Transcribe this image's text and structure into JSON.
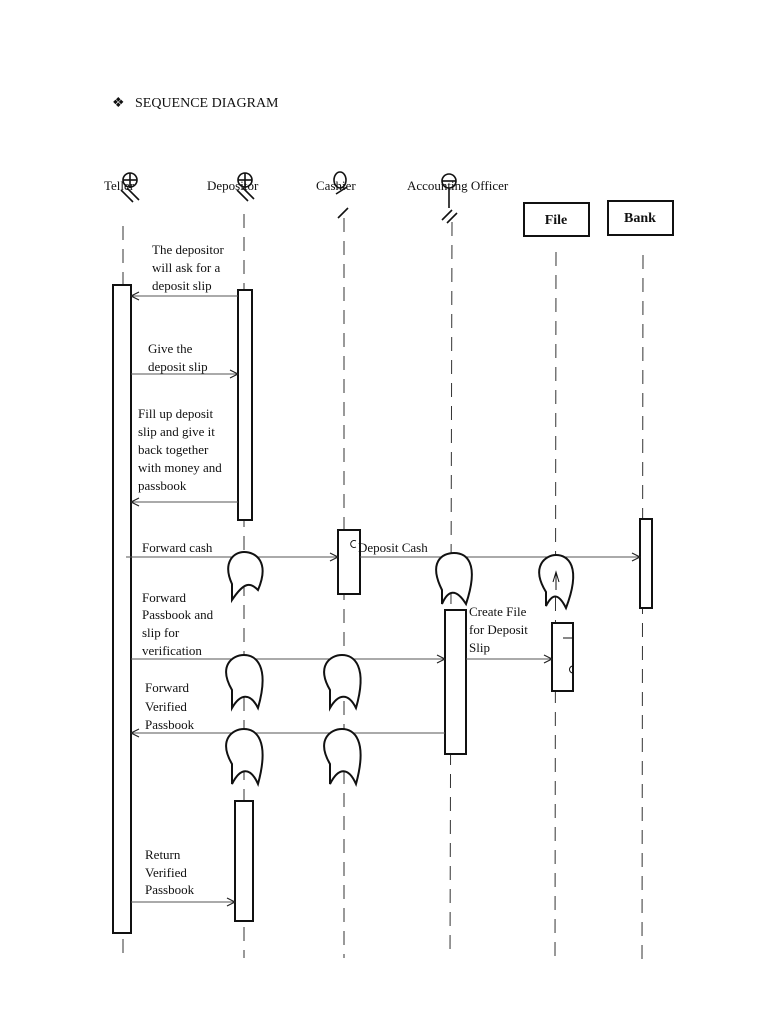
{
  "title": {
    "bullet": "❖",
    "text": "SEQUENCE DIAGRAM"
  },
  "participants": {
    "teller": "Teller",
    "depositor": "Depositor",
    "cashier": "Cashier",
    "accounting_officer": "Accounting Officer",
    "file": "File",
    "bank": "Bank"
  },
  "messages": {
    "ask_slip": [
      "The depositor",
      "will ask for a",
      "deposit slip"
    ],
    "give_slip": [
      "Give the",
      "deposit slip"
    ],
    "fill_slip": [
      "Fill up deposit",
      "slip and give it",
      "back together",
      "with money and",
      "passbook"
    ],
    "forward_cash": [
      "Forward cash"
    ],
    "deposit_cash": [
      "Deposit Cash"
    ],
    "forward_passbook": [
      "Forward",
      "Passbook and",
      "slip for",
      "verification"
    ],
    "create_file": [
      "Create File",
      "for Deposit",
      "Slip"
    ],
    "forward_verified": [
      "Forward",
      "Verified",
      "Passbook"
    ],
    "return_verified": [
      "Return",
      "Verified",
      "Passbook"
    ]
  },
  "colors": {
    "line": "#222222",
    "faint_line": "#9a9a9a",
    "background": "#ffffff"
  }
}
